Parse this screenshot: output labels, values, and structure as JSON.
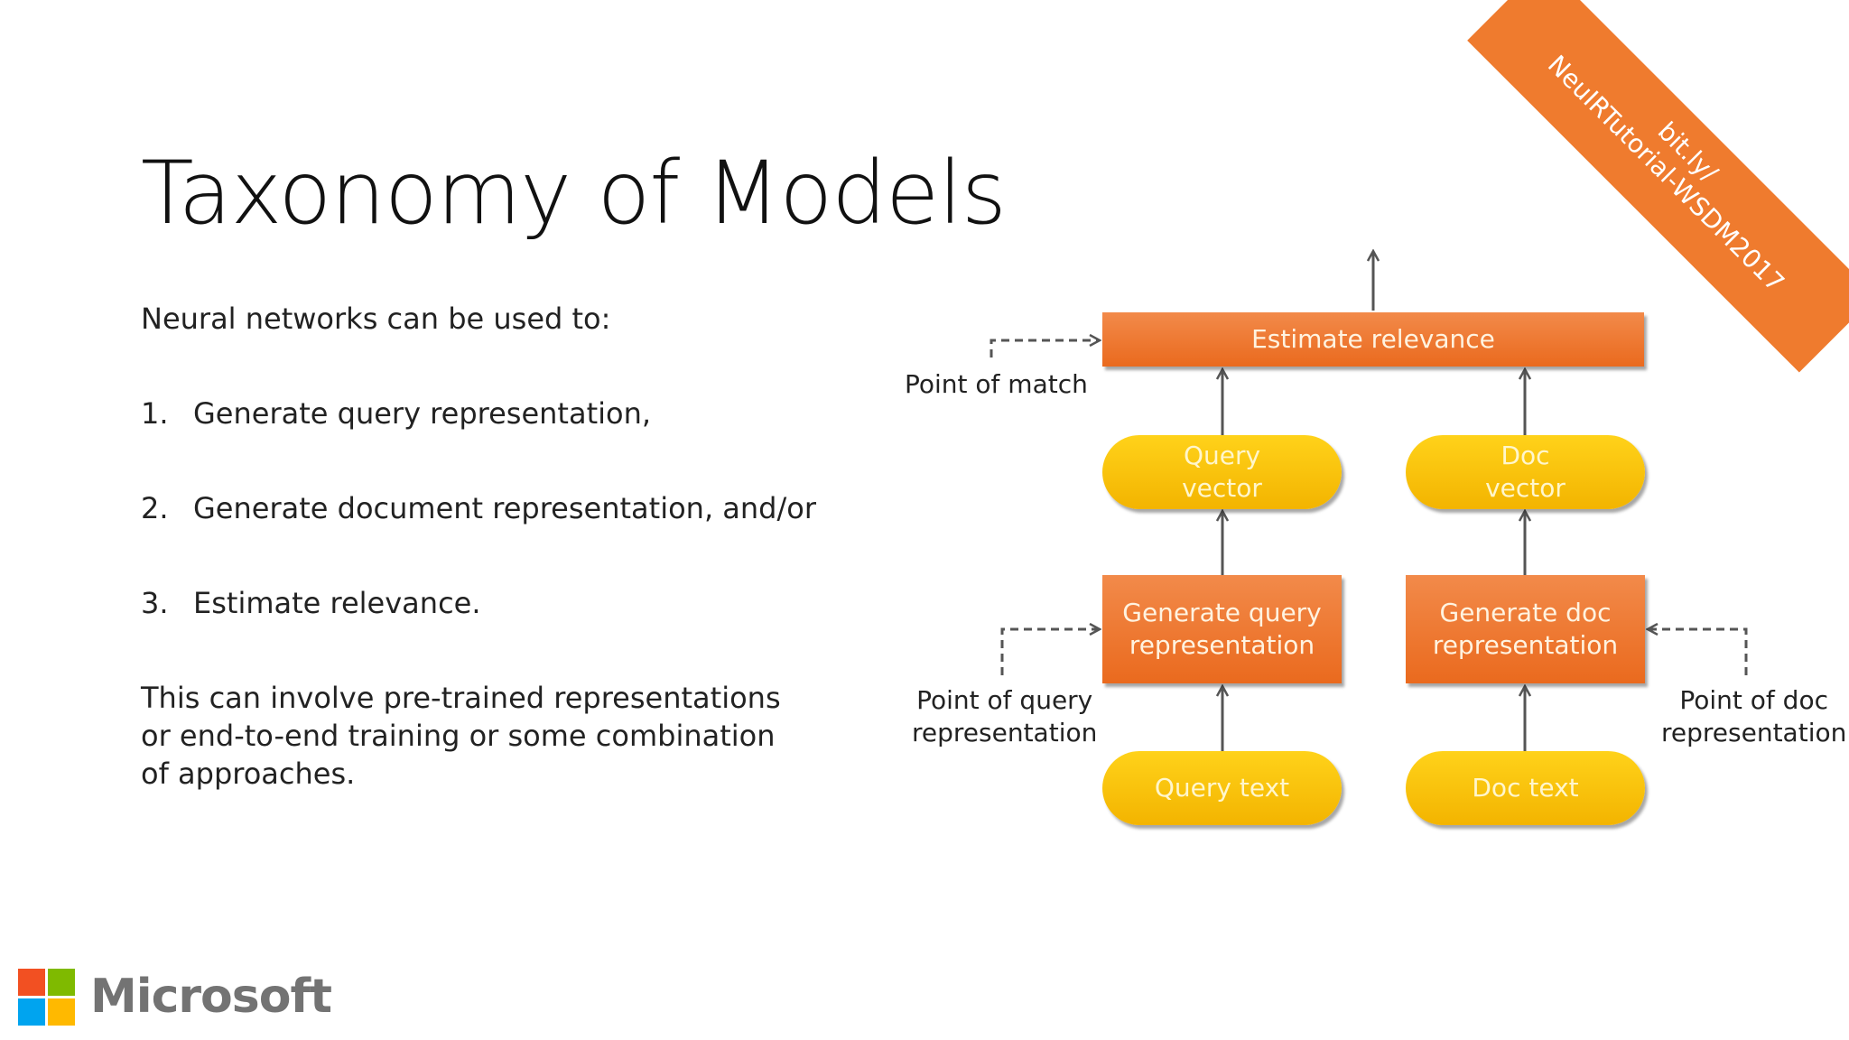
{
  "slide": {
    "title": "Taxonomy of Models",
    "intro": "Neural networks can be used to:",
    "list": [
      {
        "num": "1.",
        "text": "Generate query representation,"
      },
      {
        "num": "2.",
        "text": "Generate document representation, and/or"
      },
      {
        "num": "3.",
        "text": "Estimate relevance."
      }
    ],
    "paragraph": "This can involve pre-trained representations or end-to-end training or some combination of approaches."
  },
  "banner": {
    "line1": "bit.ly/",
    "line2": "NeuIRTutorial-WSDM2017"
  },
  "diagram": {
    "estimate": "Estimate relevance",
    "query_vector": [
      "Query",
      "vector"
    ],
    "doc_vector": [
      "Doc",
      "vector"
    ],
    "gen_query": [
      "Generate query",
      "representation"
    ],
    "gen_doc": [
      "Generate doc",
      "representation"
    ],
    "query_text": "Query text",
    "doc_text": "Doc text",
    "point_match": "Point of match",
    "point_query": [
      "Point of query",
      "representation"
    ],
    "point_doc": [
      "Point of doc",
      "representation"
    ]
  },
  "logo": {
    "word": "Microsoft",
    "colors": [
      "#f25022",
      "#7fba00",
      "#00a4ef",
      "#ffb900"
    ]
  }
}
